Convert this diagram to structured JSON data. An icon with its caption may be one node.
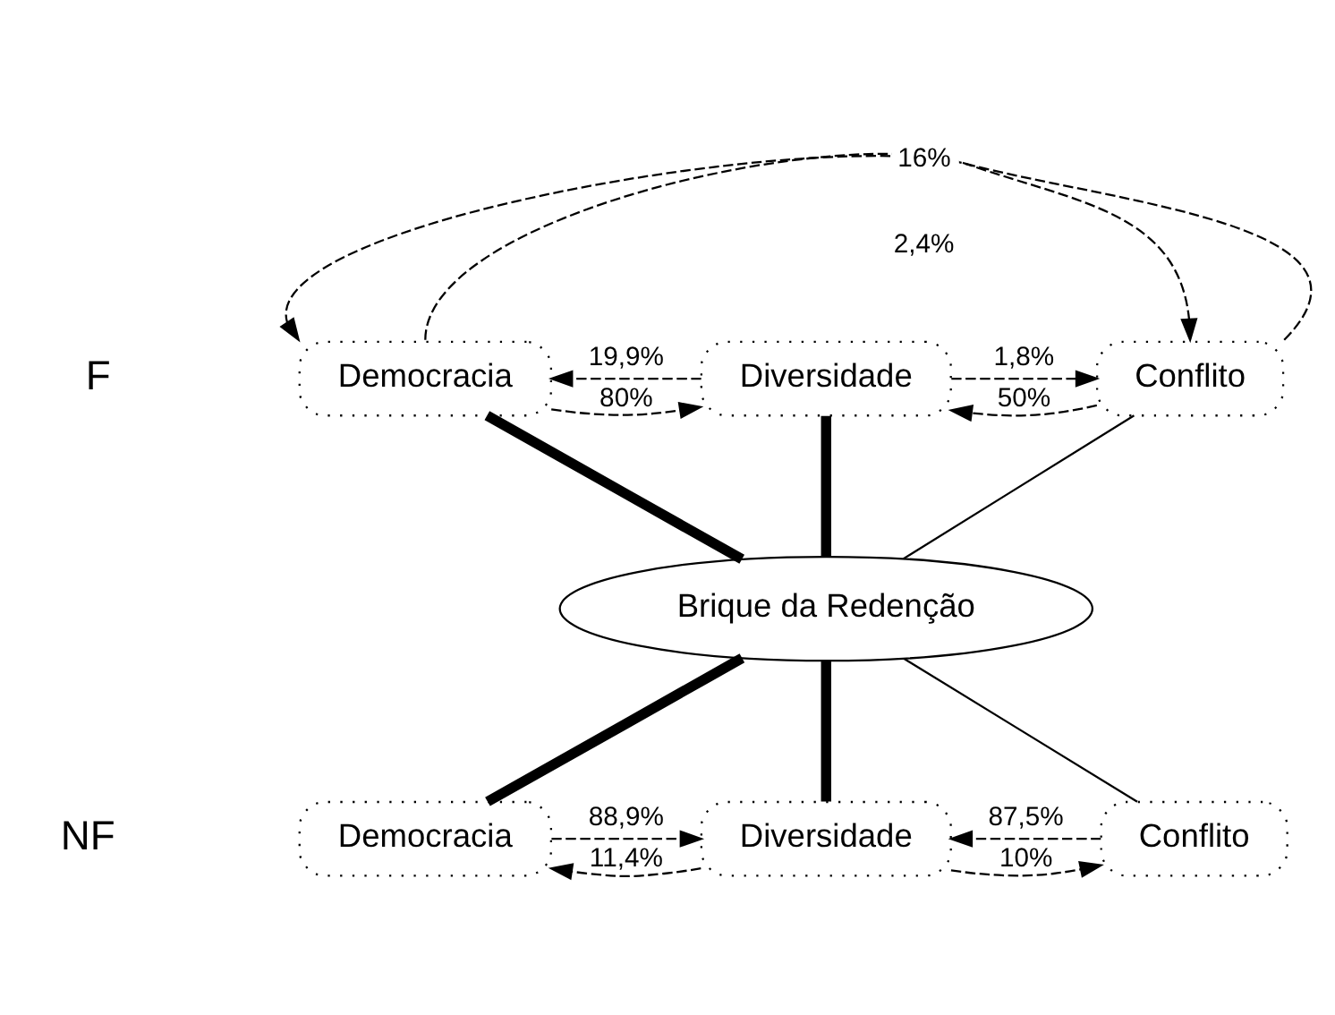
{
  "diagram": {
    "nodes": [
      {
        "text": [
          "Democracia"
        ]
      },
      {
        "text": [
          "Diversidade"
        ]
      },
      {
        "text": [
          "Conflito"
        ]
      },
      {
        "text": [
          "Brique da Redenção"
        ]
      },
      {
        "text": [
          "Democracia"
        ]
      },
      {
        "text": [
          "Diversidade"
        ]
      },
      {
        "text": [
          "Conflito"
        ]
      }
    ],
    "edges": [
      {
        "from": 0,
        "to": 1,
        "arrow": "to",
        "label": "80%",
        "style": "dashed"
      },
      {
        "from": 0,
        "to": 2,
        "arrow": "to",
        "label": "2,4%",
        "style": "dashed"
      },
      {
        "from": 2,
        "to": 0,
        "arrow": "to",
        "label": "16%",
        "style": "dashed"
      },
      {
        "from": 2,
        "to": 1,
        "arrow": "to",
        "label": "50%",
        "style": "dashed"
      },
      {
        "from": 1,
        "to": 0,
        "arrow": "to",
        "label": "19,9%",
        "style": "dashed"
      },
      {
        "from": 1,
        "to": 2,
        "arrow": "to",
        "label": "1,8%",
        "style": "dashed"
      },
      {
        "from": 0,
        "to": 3,
        "arrow": "none",
        "style": "thick"
      },
      {
        "from": 1,
        "to": 3,
        "arrow": "none",
        "style": "thick"
      },
      {
        "from": 2,
        "to": 3,
        "arrow": "none"
      },
      {
        "from": 3,
        "to": 4,
        "arrow": "none",
        "style": "thick"
      },
      {
        "from": 3,
        "to": 5,
        "arrow": "none",
        "style": "thick"
      },
      {
        "from": 3,
        "to": 6,
        "arrow": "none"
      },
      {
        "from": 5,
        "to": 4,
        "arrow": "to",
        "label": "11,4%",
        "style": "dashed"
      },
      {
        "from": 5,
        "to": 6,
        "arrow": "to",
        "label": "10%",
        "style": "dashed"
      },
      {
        "from": 4,
        "to": 5,
        "arrow": "to",
        "label": "88,9%",
        "style": "dashed"
      },
      {
        "from": 6,
        "to": 5,
        "arrow": "to",
        "label": "87,5%",
        "style": "dashed"
      }
    ],
    "labels": [
      "F",
      "NF"
    ]
  }
}
